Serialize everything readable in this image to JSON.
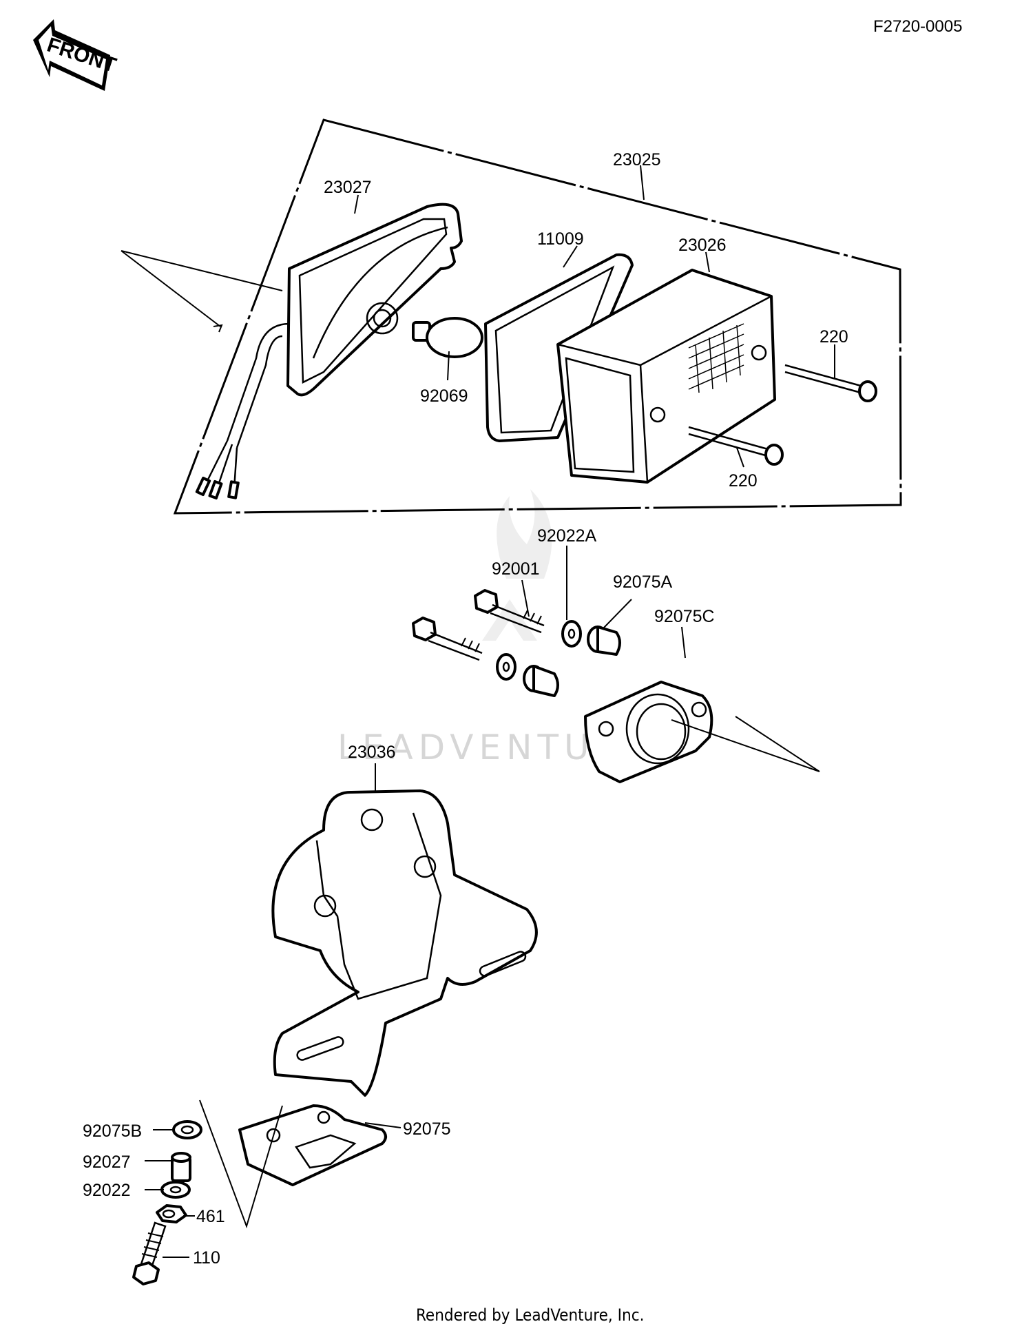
{
  "diagram_code": "F2720-0005",
  "front_label": "FRONT",
  "watermark": "LEADVENTURE",
  "footer": "Rendered by LeadVenture, Inc.",
  "parts": {
    "p23025": "23025",
    "p23027": "23027",
    "p11009": "11009",
    "p23026": "23026",
    "p220a": "220",
    "p220b": "220",
    "p92069": "92069",
    "p92022A": "92022A",
    "p92001": "92001",
    "p92075A": "92075A",
    "p92075C": "92075C",
    "p23036": "23036",
    "p92075B": "92075B",
    "p92027": "92027",
    "p92022": "92022",
    "p461": "461",
    "p110": "110",
    "p92075": "92075"
  }
}
